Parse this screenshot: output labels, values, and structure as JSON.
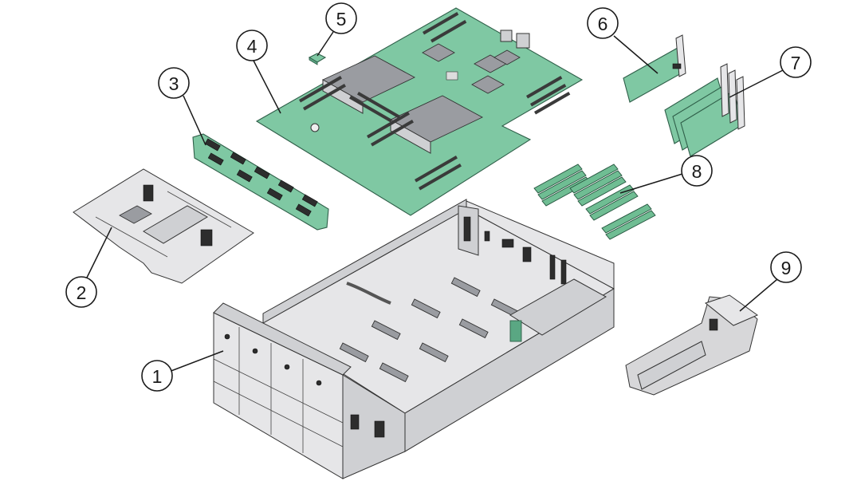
{
  "callouts": [
    {
      "id": "1",
      "label": "1",
      "part": "chassis"
    },
    {
      "id": "2",
      "label": "2",
      "part": "air-baffle"
    },
    {
      "id": "3",
      "label": "3",
      "part": "drive-backplane"
    },
    {
      "id": "4",
      "label": "4",
      "part": "motherboard"
    },
    {
      "id": "5",
      "label": "5",
      "part": "small-module"
    },
    {
      "id": "6",
      "label": "6",
      "part": "pcie-card"
    },
    {
      "id": "7",
      "label": "7",
      "part": "pcie-riser-cards"
    },
    {
      "id": "8",
      "label": "8",
      "part": "memory-dimms"
    },
    {
      "id": "9",
      "label": "9",
      "part": "fan-duct"
    }
  ],
  "colors": {
    "pcb": "#7fc8a3",
    "metal": "#e6e6e8",
    "line": "#1a1a1a"
  }
}
